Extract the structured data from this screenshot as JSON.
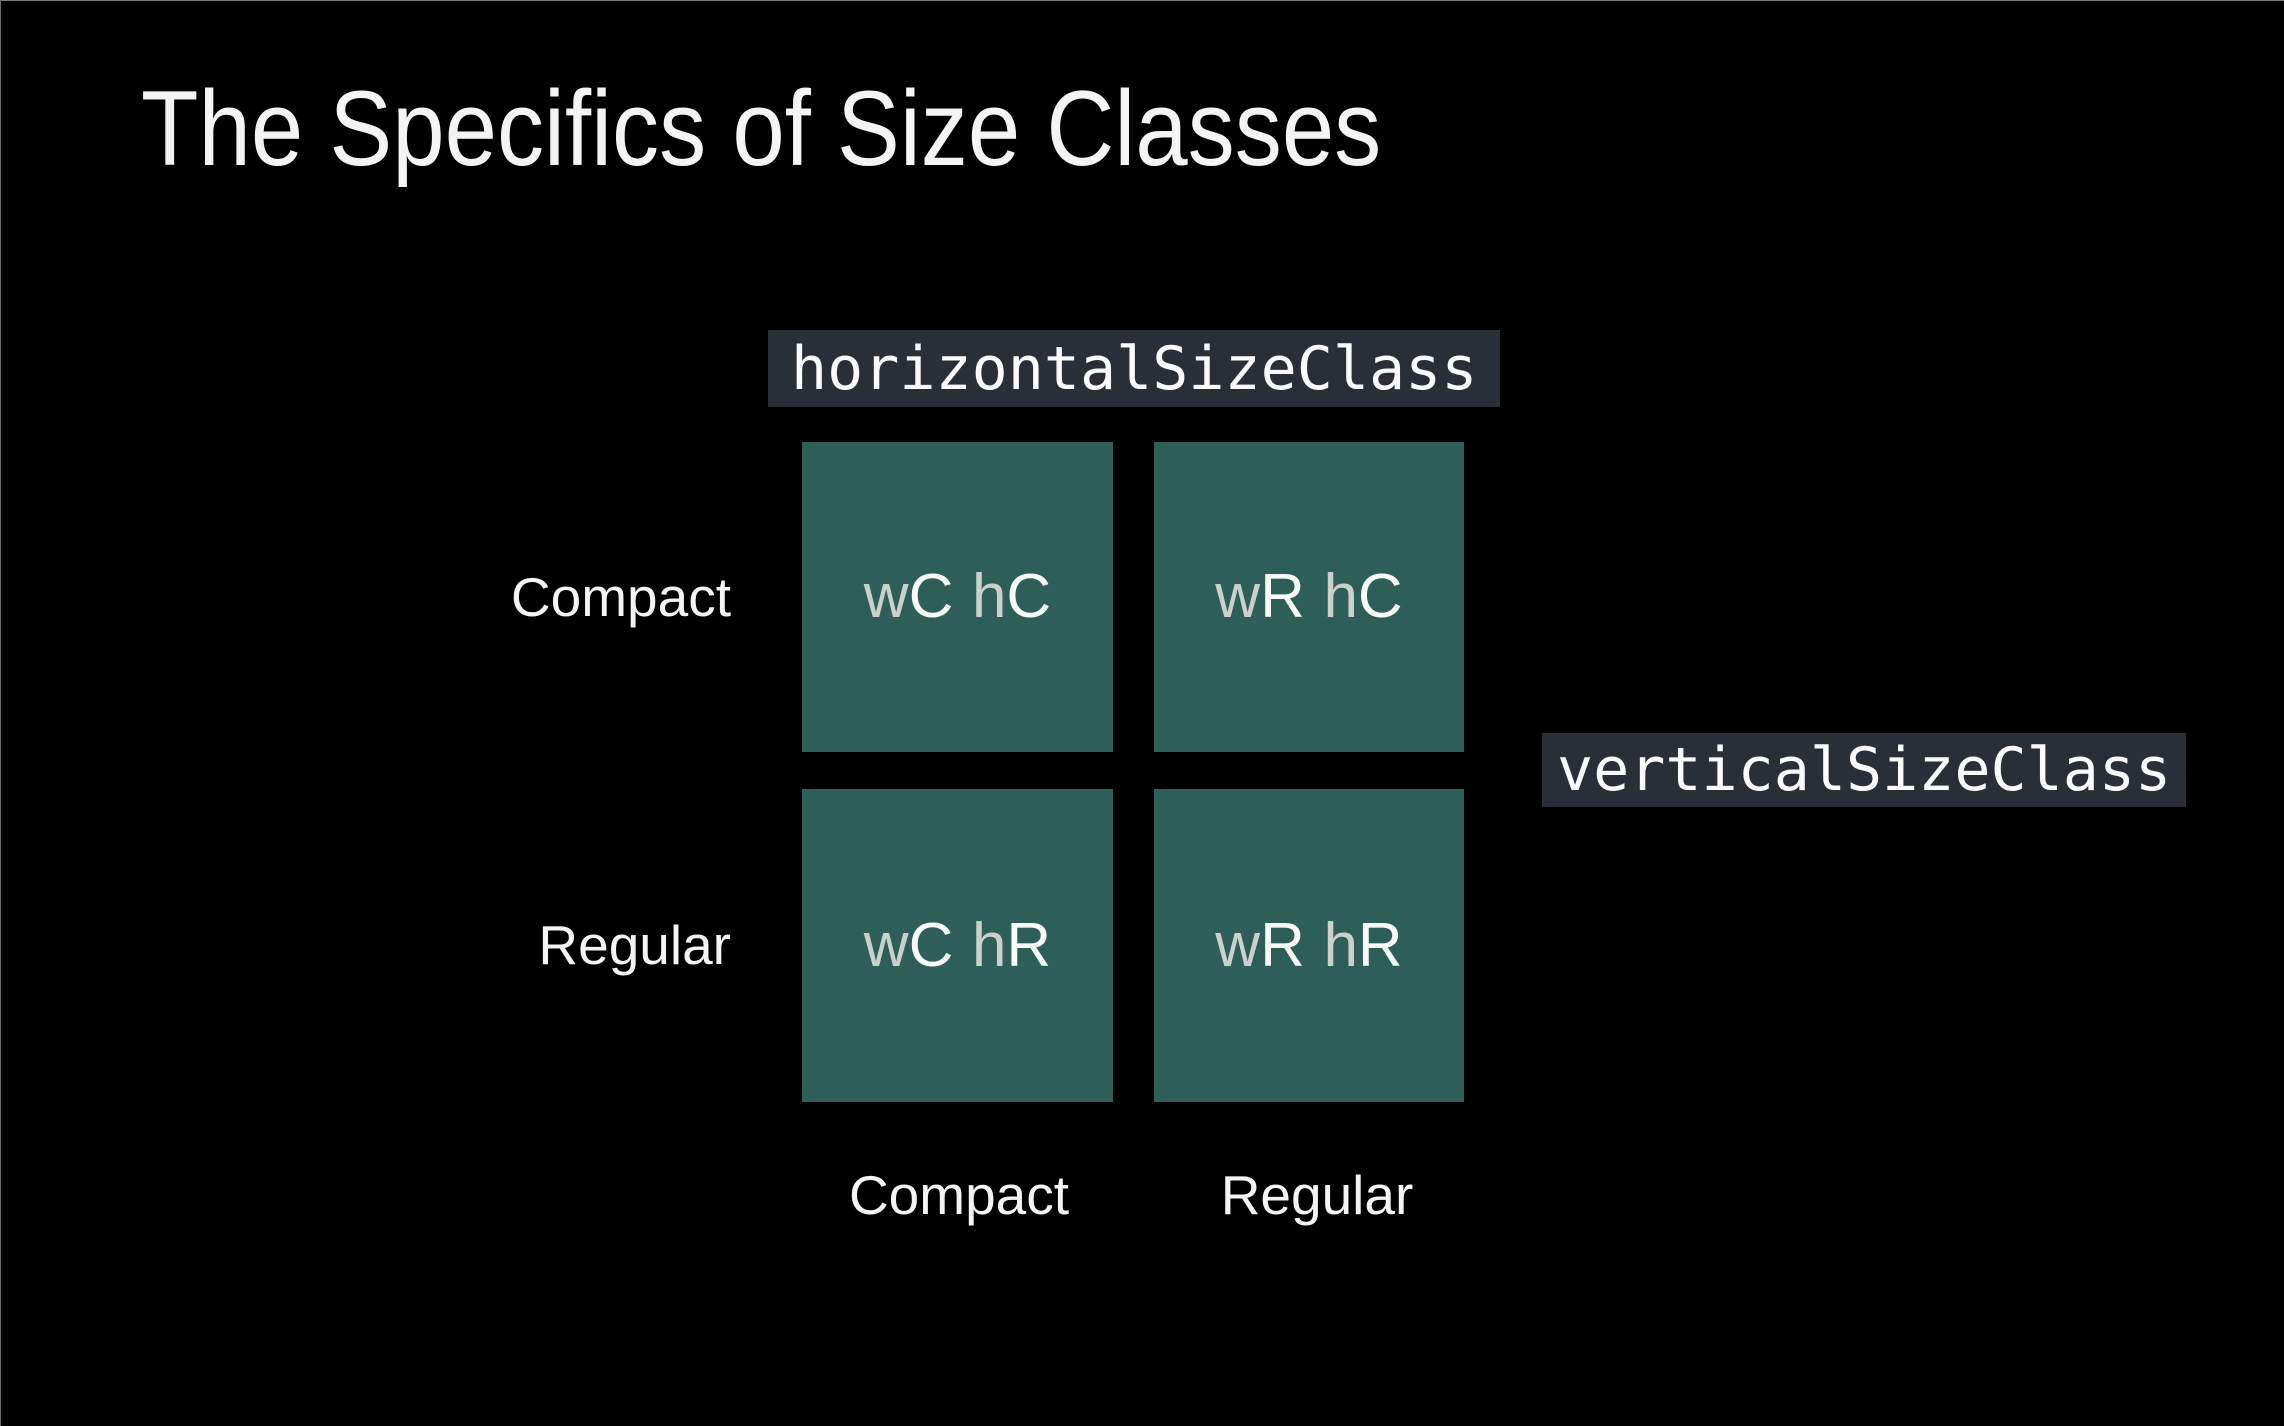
{
  "slide": {
    "title": "The Specifics of Size Classes",
    "horizontal_axis": {
      "label": "horizontalSizeClass"
    },
    "vertical_axis": {
      "label": "verticalSizeClass"
    },
    "row_labels": [
      "Compact",
      "Regular"
    ],
    "column_labels": [
      "Compact",
      "Regular"
    ],
    "cells": [
      {
        "name": "wC hC",
        "w_prefix": "w",
        "w_value": "C",
        "h_prefix": "h",
        "h_value": "C"
      },
      {
        "name": "wR hC",
        "w_prefix": "w",
        "w_value": "R",
        "h_prefix": "h",
        "h_value": "C"
      },
      {
        "name": "wC hR",
        "w_prefix": "w",
        "w_value": "C",
        "h_prefix": "h",
        "h_value": "R"
      },
      {
        "name": "wR hR",
        "w_prefix": "w",
        "w_value": "R",
        "h_prefix": "h",
        "h_value": "R"
      }
    ],
    "colors": {
      "background": "#000000",
      "cell_teal": "#2d5f58",
      "code_label_bg": "#2a2e37",
      "cell_text_dim": "#cbd0cd",
      "cell_text_bright": "#f8faf8",
      "text_white": "#f4f4f4"
    }
  }
}
